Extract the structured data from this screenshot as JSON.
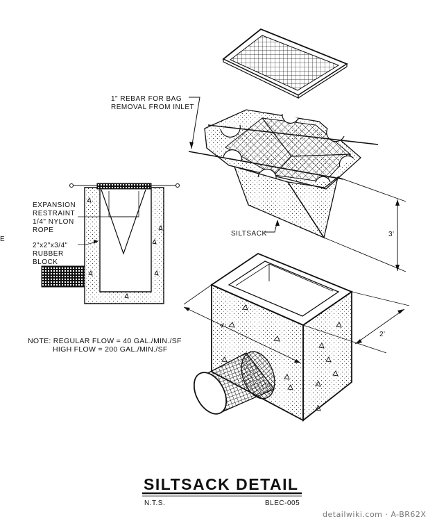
{
  "labels": {
    "rebar": [
      "1\" REBAR FOR BAG",
      "REMOVAL FROM INLET"
    ],
    "siltsack": "SILTSACK",
    "dim_height": "3'",
    "dim_width": "2'",
    "dim_depth": "4'",
    "expansion": [
      "EXPANSION",
      "RESTRAINT",
      "1/4\" NYLON",
      "ROPE"
    ],
    "rubber": [
      "2\"x2\"x3/4\"",
      "RUBBER",
      "BLOCK"
    ],
    "edge_mark": "E"
  },
  "note": {
    "line1": "NOTE:  REGULAR FLOW = 40 GAL./MIN./SF",
    "line2": "HIGH FLOW = 200 GAL./MIN./SF"
  },
  "title_block": {
    "title": "SILTSACK DETAIL",
    "scale": "N.T.S.",
    "code": "BLEC-005"
  },
  "watermark": "detailwiki.com · A-BR62X"
}
